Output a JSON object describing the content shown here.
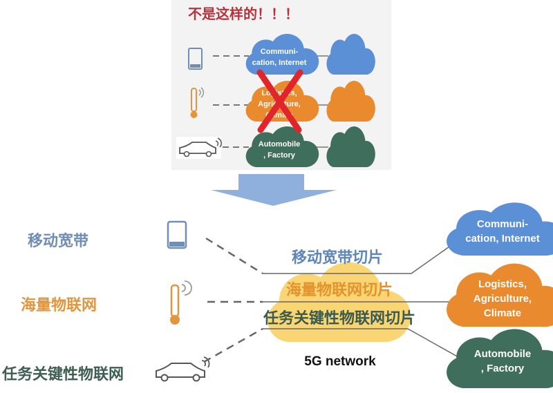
{
  "top_panel": {
    "warning": "不是这样的！！！",
    "clouds": [
      {
        "lines": [
          "Communi-",
          "cation, Internet"
        ],
        "color": "#5b8fd6"
      },
      {
        "lines": [
          "Logistics,",
          "Agriculture,",
          "Climate"
        ],
        "color": "#e98a2e"
      },
      {
        "lines": [
          "Automobile",
          ", Factory"
        ],
        "color": "#3f6e5c"
      }
    ],
    "cross_color": "#e0262b"
  },
  "bottom": {
    "categories": [
      {
        "label": "移动宽带",
        "color": "#6f8db5"
      },
      {
        "label": "海量物联网",
        "color": "#e0953e"
      },
      {
        "label": "任务关键性物联网",
        "color": "#3f5e52"
      }
    ],
    "slices": [
      {
        "label": "移动宽带切片",
        "color": "#5f86b8"
      },
      {
        "label": "海量物联网切片",
        "color": "#e3922e"
      },
      {
        "label": "任务关键性物联网切片",
        "color": "#3b5a4f"
      }
    ],
    "network_label": "5G network",
    "clouds": [
      {
        "lines": [
          "Communi-",
          "cation, Internet"
        ],
        "color": "#5b8fd6"
      },
      {
        "lines": [
          "Logistics,",
          "Agriculture,",
          "Climate"
        ],
        "color": "#e98a2e"
      },
      {
        "lines": [
          "Automobile",
          ", Factory"
        ],
        "color": "#3f6e5c"
      }
    ],
    "network_color": "#f8cf5a"
  }
}
